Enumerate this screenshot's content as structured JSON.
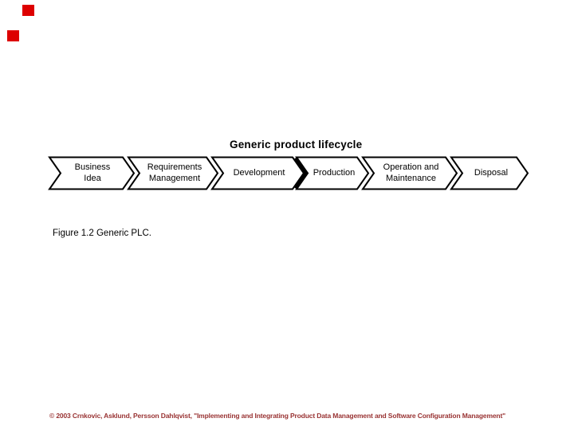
{
  "slide": {
    "background": "#ffffff",
    "decor_squares": {
      "color": "#dd0000"
    },
    "title": "Generic product lifecycle",
    "diagram": {
      "shape_fill": "#ffffff",
      "shape_outline": "#000000",
      "stages": [
        {
          "label": "Business\nIdea"
        },
        {
          "label": "Requirements\nManagement"
        },
        {
          "label": "Development"
        },
        {
          "label": "Production"
        },
        {
          "label": "Operation and\nMaintenance"
        },
        {
          "label": "Disposal"
        }
      ]
    },
    "caption": "Figure 1.2 Generic PLC.",
    "footer": {
      "color": "#993333",
      "text": "© 2003 Crnkovic, Asklund, Persson Dahlqvist, \"Implementing and Integrating Product Data Management and Software Configuration Management\""
    }
  }
}
